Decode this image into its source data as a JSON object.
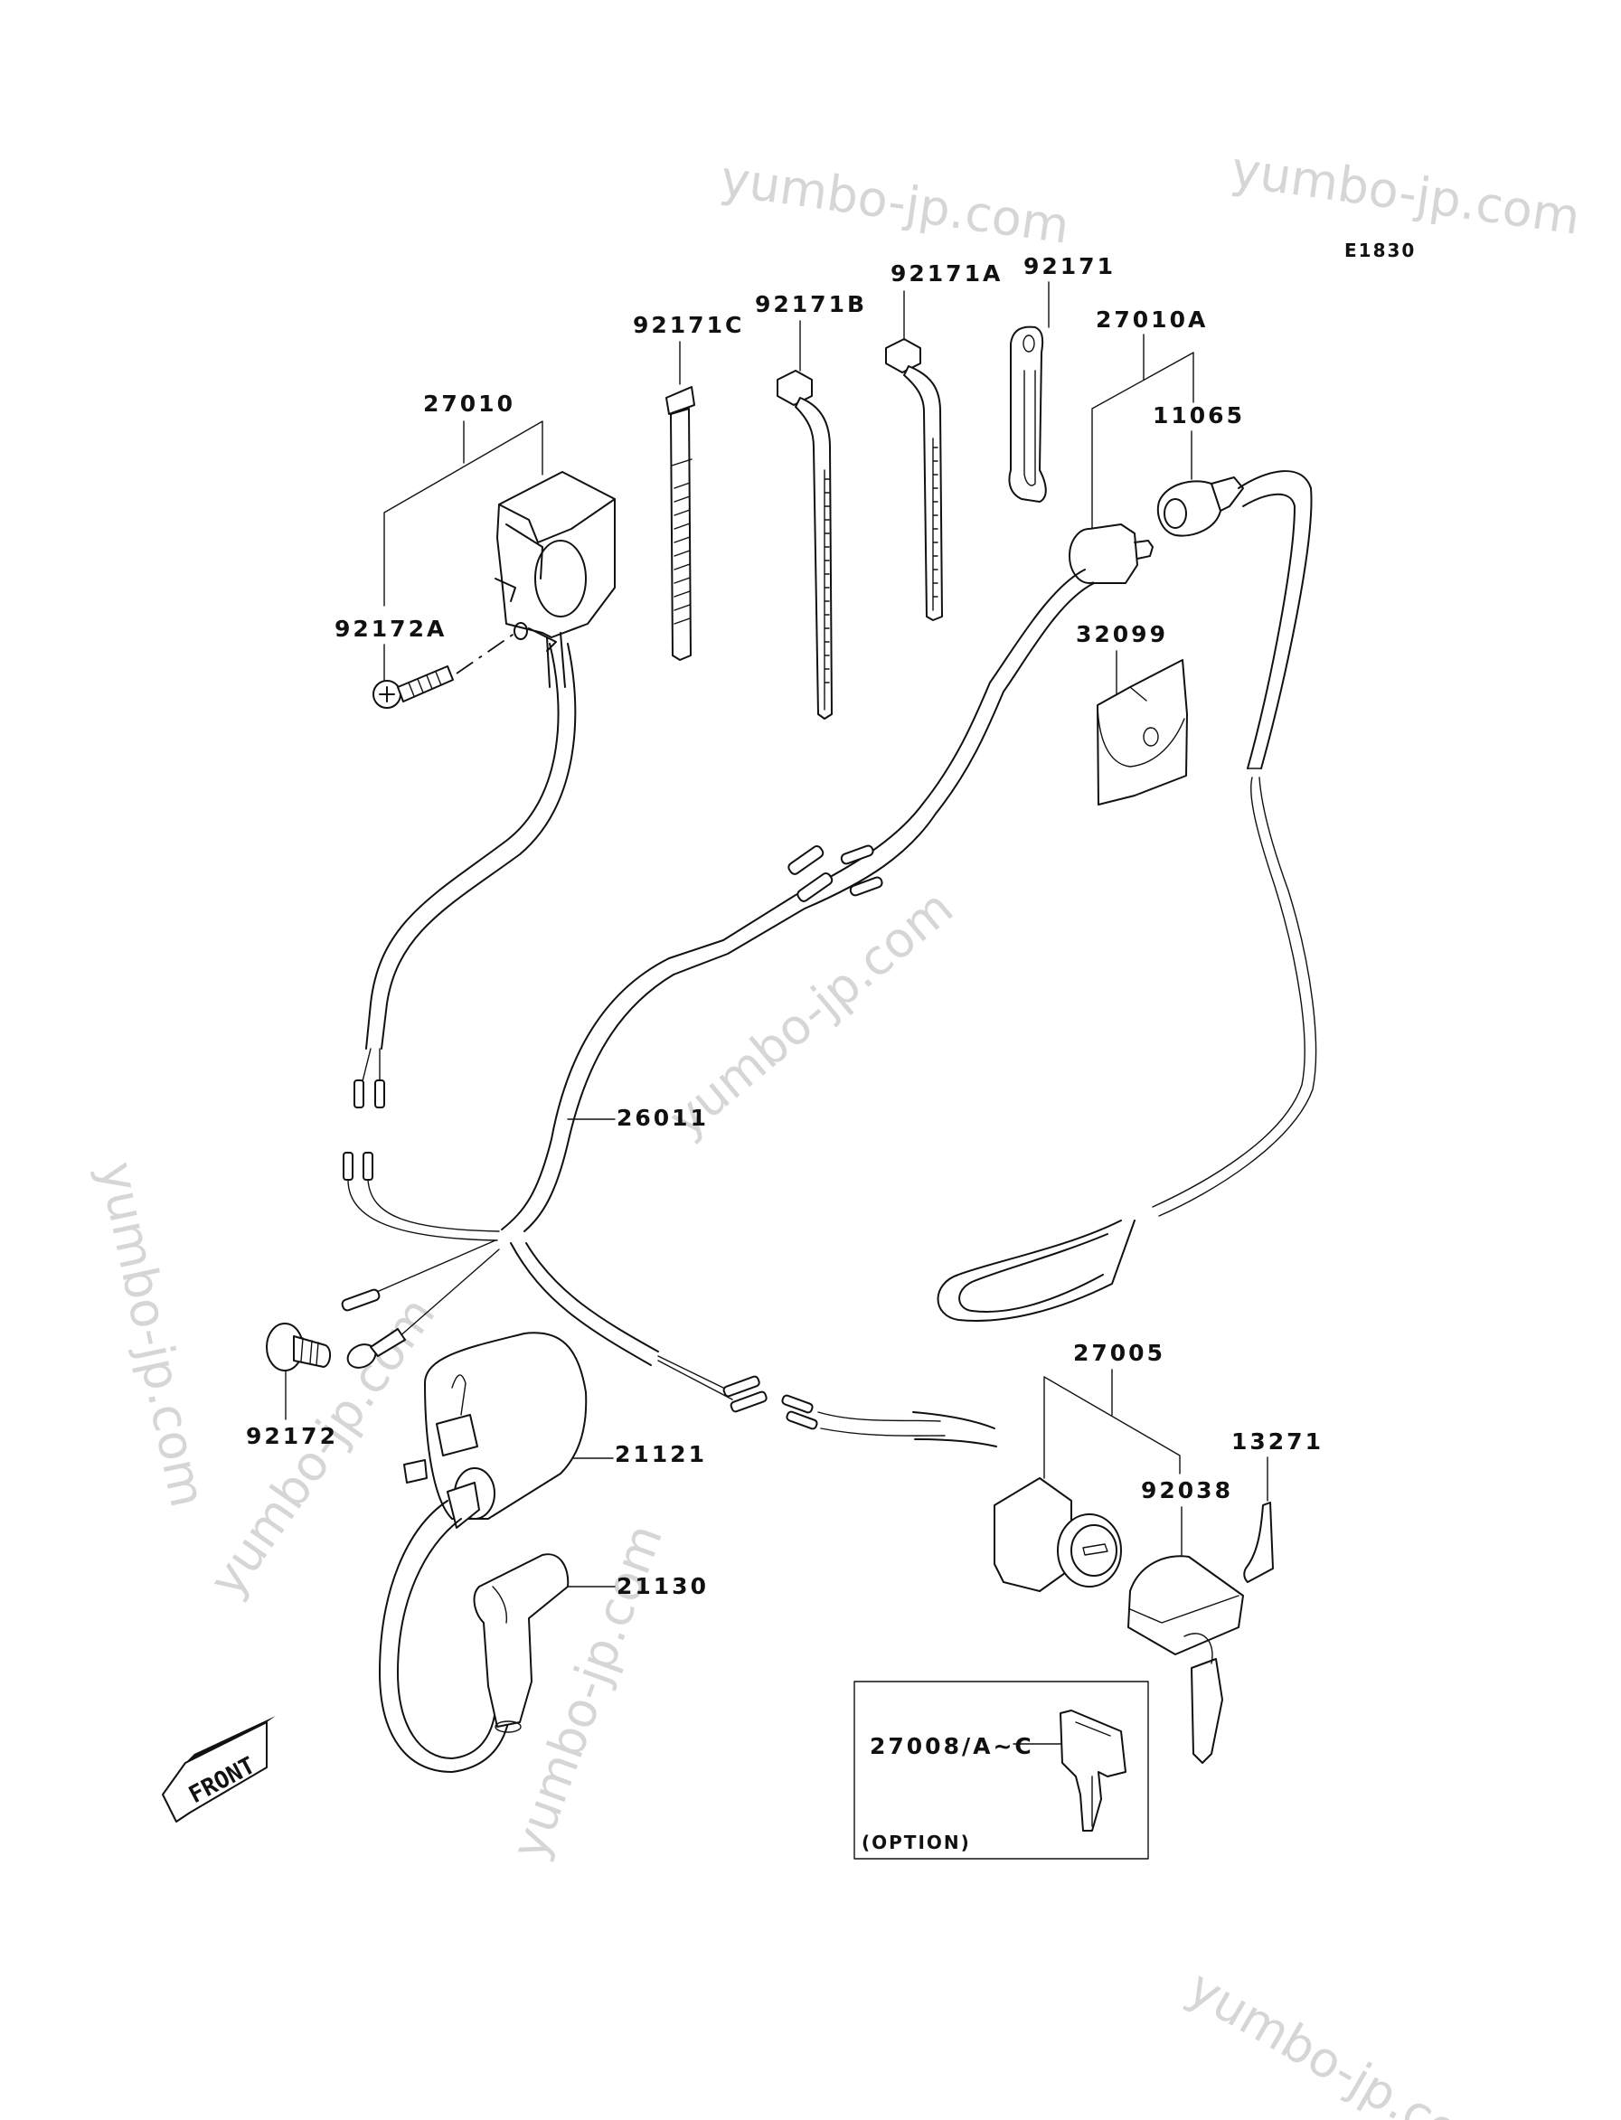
{
  "diagram": {
    "title": "Ignition Switch / Ignition Coil Parts Diagram",
    "diagram_code": "E1830",
    "watermark_text": "yumbo-jp.com",
    "front_indicator": "FRONT",
    "option_box_label": "(OPTION)",
    "parts": [
      {
        "id": "p27010",
        "number": "27010",
        "description": "switch housing / clamp"
      },
      {
        "id": "p92172A",
        "number": "92172A",
        "description": "screw"
      },
      {
        "id": "p92171C",
        "number": "92171C",
        "description": "band"
      },
      {
        "id": "p92171B",
        "number": "92171B",
        "description": "band"
      },
      {
        "id": "p92171A",
        "number": "92171A",
        "description": "band"
      },
      {
        "id": "p92171",
        "number": "92171",
        "description": "clamp"
      },
      {
        "id": "p27010A",
        "number": "27010A",
        "description": "switch assembly"
      },
      {
        "id": "p11065",
        "number": "11065",
        "description": "cap"
      },
      {
        "id": "p32099",
        "number": "32099",
        "description": "bag"
      },
      {
        "id": "p26011",
        "number": "26011",
        "description": "wiring harness"
      },
      {
        "id": "p92172",
        "number": "92172",
        "description": "bolt"
      },
      {
        "id": "p21121",
        "number": "21121",
        "description": "ignition coil"
      },
      {
        "id": "p21130",
        "number": "21130",
        "description": "plug cap"
      },
      {
        "id": "p27005",
        "number": "27005",
        "description": "ignition switch"
      },
      {
        "id": "p92038",
        "number": "92038",
        "description": "key holder"
      },
      {
        "id": "p13271",
        "number": "13271",
        "description": "plate"
      },
      {
        "id": "p27008",
        "number": "27008/A~C",
        "description": "key (option)"
      }
    ]
  }
}
